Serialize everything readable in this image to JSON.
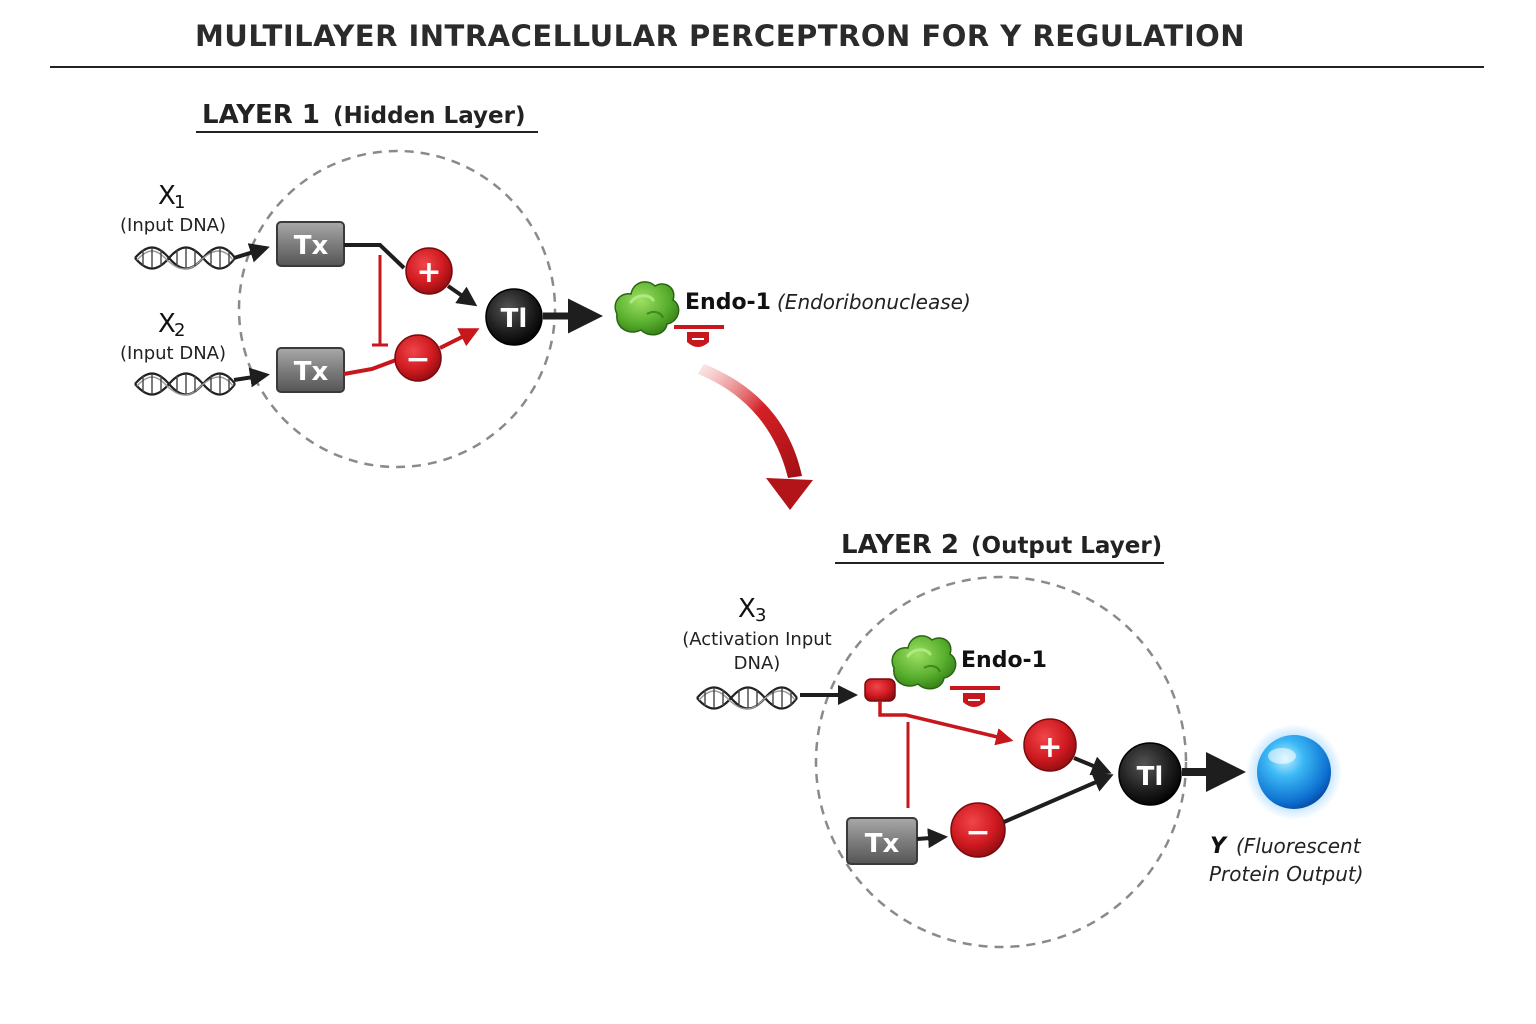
{
  "title": "MULTILAYER INTRACELLULAR PERCEPTRON FOR Y REGULATION",
  "layer1": {
    "heading": "LAYER 1",
    "heading_sub": "(Hidden Layer)",
    "x1": {
      "symbol": "X",
      "subscript": "1",
      "caption": "(Input DNA)"
    },
    "x2": {
      "symbol": "X",
      "subscript": "2",
      "caption": "(Input DNA)"
    },
    "tx_label": "Tx",
    "tl_label": "Tl",
    "plus_sign": "+",
    "minus_sign": "−",
    "endo_name": "Endo-1",
    "endo_desc": "(Endoribonuclease)"
  },
  "layer2": {
    "heading": "LAYER 2",
    "heading_sub": "(Output Layer)",
    "x3": {
      "symbol": "X",
      "subscript": "3",
      "caption_line1": "(Activation Input",
      "caption_line2": "DNA)"
    },
    "endo_name": "Endo-1",
    "tx_label": "Tx",
    "tl_label": "Tl",
    "plus_sign": "+",
    "minus_sign": "−",
    "output_name": "Y",
    "output_desc_line1": "(Fluorescent",
    "output_desc_line2": "Protein Output)"
  },
  "colors": {
    "inhibit_red": "#c8171c",
    "activator_red": "#d42126",
    "node_dark": "#1c1c1c",
    "box_gray": "#7d7d7d",
    "protein_green": "#5cb030",
    "output_blue": "#1a9ae8",
    "dashed_circle": "#8a8a8a"
  }
}
